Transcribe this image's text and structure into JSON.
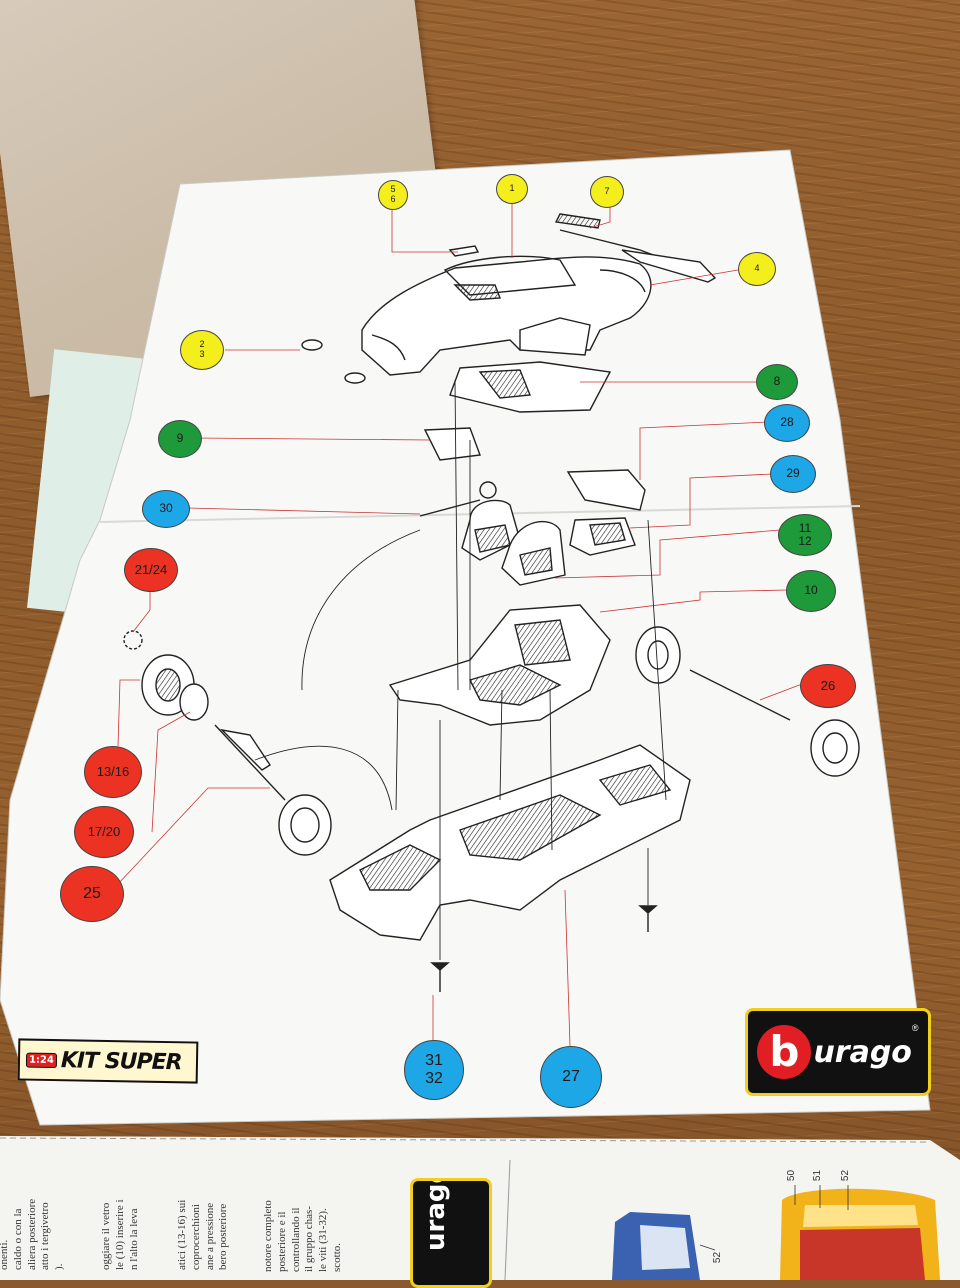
{
  "kit_logo": {
    "scale": "1:24",
    "text": "KIT SUPER"
  },
  "brand_logo": {
    "b": "b",
    "rest": "urago",
    "reg": "®"
  },
  "callouts": {
    "c56": [
      "5",
      "6"
    ],
    "c1": [
      "1"
    ],
    "c7": [
      "7"
    ],
    "c4": [
      "4"
    ],
    "c23": [
      "2",
      "3"
    ],
    "c8": [
      "8"
    ],
    "c9": [
      "9"
    ],
    "c28": [
      "28"
    ],
    "c29": [
      "29"
    ],
    "c30": [
      "30"
    ],
    "c1112": [
      "11",
      "12"
    ],
    "c10": [
      "10"
    ],
    "c2124": [
      "21/24"
    ],
    "c26": [
      "26"
    ],
    "c1316": [
      "13/16"
    ],
    "c1720": [
      "17/20"
    ],
    "c25": [
      "25"
    ],
    "c3132": [
      "31",
      "32"
    ],
    "c27": [
      "27"
    ]
  },
  "lower_sheet": {
    "col1": [
      "onenti.",
      "caldo o con la",
      "aliera posteriore",
      "atto i tergivetro",
      ")."
    ],
    "col2": [
      "oggiare il vetro",
      "le (10) inserire i",
      "n l'alto la leva"
    ],
    "col3": [
      "atici (13-16) sui",
      "coprocerchioni",
      "ane a pressione",
      "bero posteriore"
    ],
    "col4": [
      "notore completo",
      "posteriore e il",
      "controllando il",
      "il gruppo chas-",
      "le viti (31-32).",
      "scotto."
    ],
    "mini_logo": "urago",
    "part_numbers": [
      "50",
      "51",
      "52",
      "52"
    ]
  }
}
